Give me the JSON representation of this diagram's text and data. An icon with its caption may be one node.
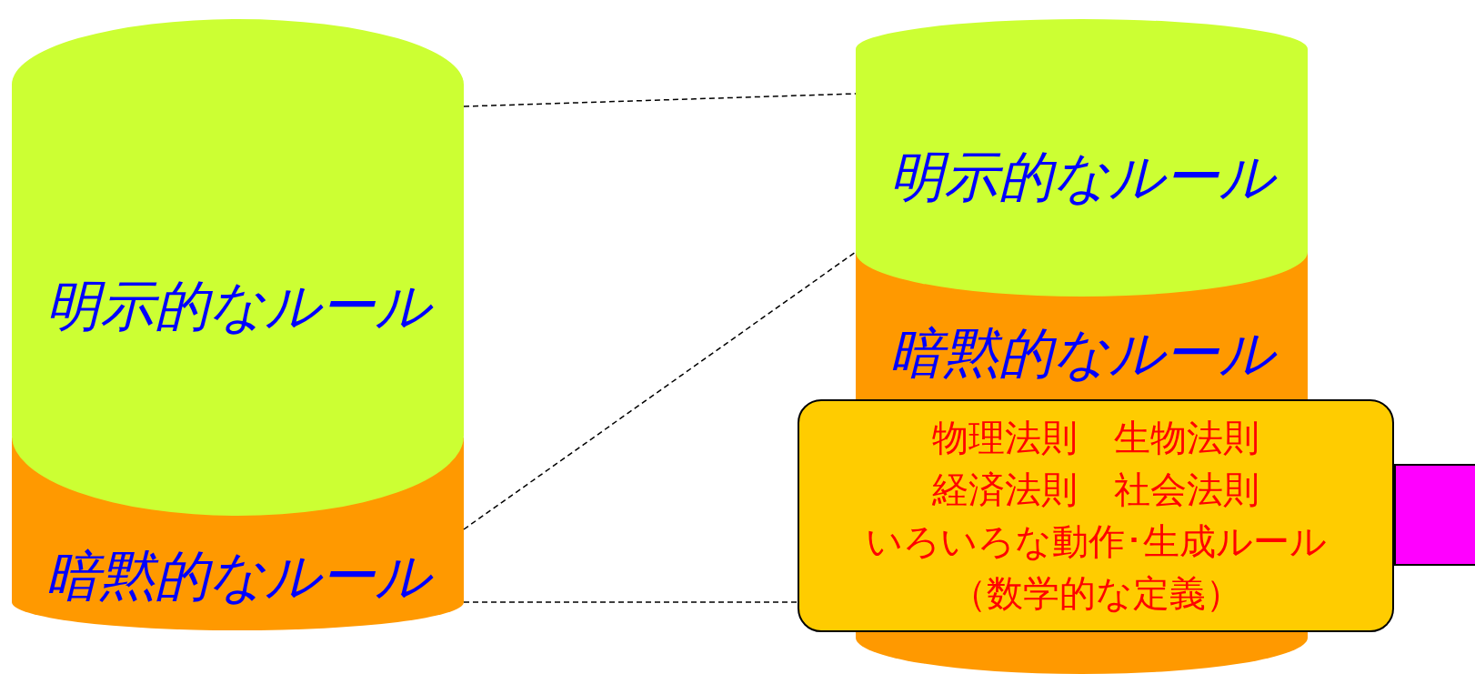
{
  "diagram": {
    "nodes": [
      {
        "text": [
          "明示的なルール"
        ]
      },
      {
        "text": [
          "暗黙的なルール"
        ]
      },
      {
        "text": [
          "明示的なルール"
        ]
      },
      {
        "text": [
          "暗黙的なルール"
        ]
      },
      {
        "text": [
          "物理法則　生物法則",
          "経済法則　社会法則",
          "いろいろな動作･生成ルール",
          "（数学的な定義）"
        ]
      },
      {
        "text": [],
        "shape": "box"
      }
    ],
    "edges": [
      {
        "from": 0,
        "to": 2,
        "arrow": "none",
        "style": "dashed"
      },
      {
        "from": 1,
        "to": 3,
        "arrow": "none",
        "style": "dashed"
      },
      {
        "from": 1,
        "to": 4,
        "arrow": "none",
        "style": "dashed"
      }
    ]
  }
}
